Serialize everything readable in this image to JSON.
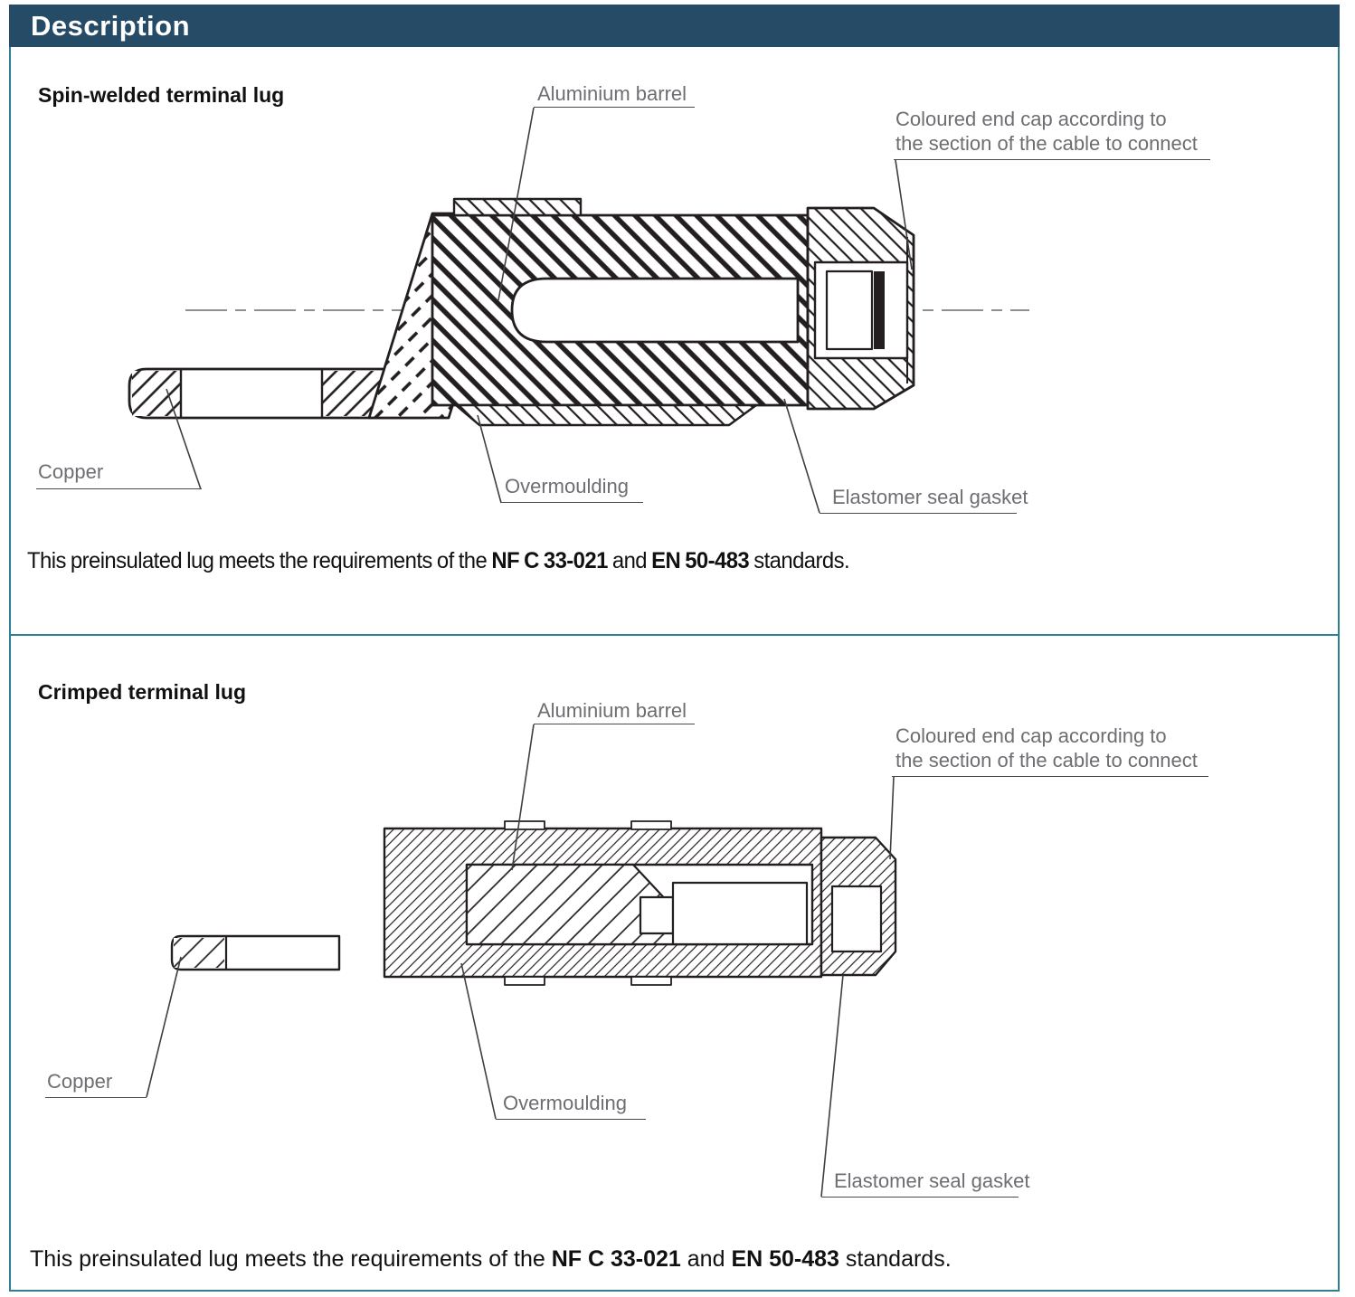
{
  "header": {
    "title": "Description"
  },
  "colors": {
    "header_bg": "#264b66",
    "box_border": "#2e8190",
    "label_gray": "#6d6e71",
    "ink": "#231f20"
  },
  "sections": [
    {
      "title": "Spin-welded terminal lug",
      "labels": {
        "barrel": "Aluminium barrel",
        "endcap1": "Coloured end cap according to",
        "endcap2": "the section of the cable to connect",
        "copper": "Copper",
        "overmoulding": "Overmoulding",
        "gasket": "Elastomer seal gasket"
      },
      "note": {
        "pre": "This preinsulated lug meets the requirements of the ",
        "std1": "NF C 33-021",
        "and": " and ",
        "std2": "EN 50-483",
        "post": " standards."
      }
    },
    {
      "title": "Crimped terminal lug",
      "labels": {
        "barrel": "Aluminium barrel",
        "endcap1": "Coloured end cap according to",
        "endcap2": "the section of the cable to connect",
        "copper": "Copper",
        "overmoulding": "Overmoulding",
        "gasket": "Elastomer seal gasket"
      },
      "note": {
        "pre": "This preinsulated lug meets the requirements of the ",
        "std1": "NF C 33-021",
        "and": " and ",
        "std2": "EN 50-483",
        "post": " standards."
      }
    }
  ]
}
